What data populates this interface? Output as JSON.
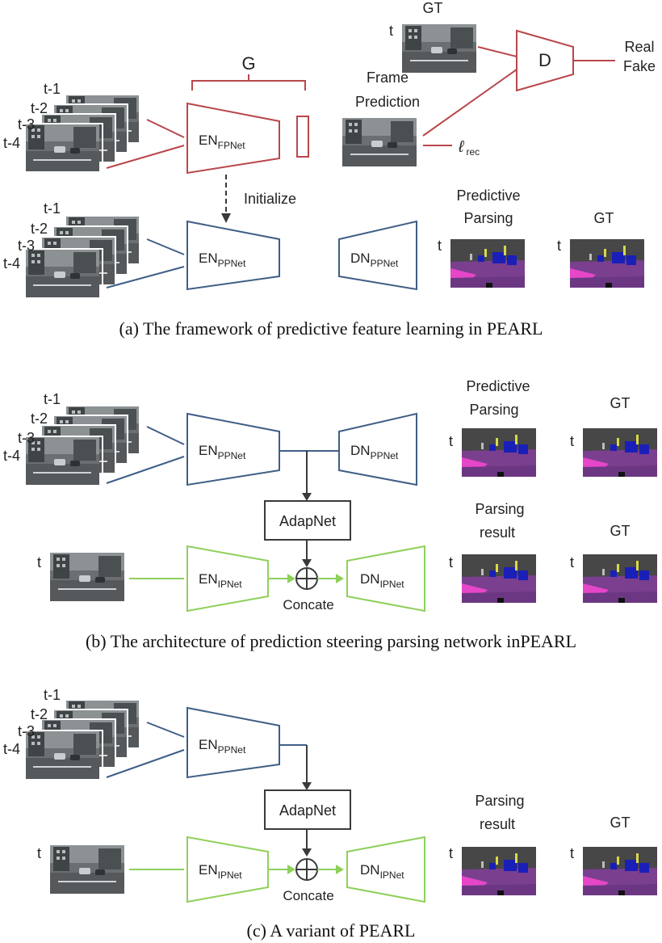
{
  "colors": {
    "red": "#b9474b",
    "blue": "#3f5f86",
    "green": "#8ed05a",
    "dark": "#3a3a3a",
    "text": "#222222"
  },
  "icons": {
    "frame": "street-frame-thumbnail",
    "parsing": "semantic-parsing-map",
    "concat": "circled-plus-icon"
  },
  "time_labels": [
    "t-1",
    "t-2",
    "t-3",
    "t-4"
  ],
  "t_label": "t",
  "panel_a": {
    "caption": "(a) The framework of predictive feature learning in PEARL",
    "generator_label": "G",
    "gt_label": "GT",
    "d_label": "D",
    "real_label": "Real",
    "fake_label": "Fake",
    "frame_prediction_1": "Frame",
    "frame_prediction_2": "Prediction",
    "loss_symbol": "ℓ",
    "loss_sub": "rec",
    "en_fpnet": "EN",
    "en_fpnet_sub": "FPNet",
    "initialize_label": "Initialize",
    "en_ppnet": "EN",
    "en_ppnet_sub": "PPNet",
    "dn_ppnet": "DN",
    "dn_ppnet_sub": "PPNet",
    "predictive_parsing_1": "Predictive",
    "predictive_parsing_2": "Parsing",
    "gt2_label": "GT"
  },
  "panel_b": {
    "caption": "(b) The architecture of prediction steering parsing network inPEARL",
    "en_ppnet": "EN",
    "en_ppnet_sub": "PPNet",
    "dn_ppnet": "DN",
    "dn_ppnet_sub": "PPNet",
    "adapnet": "AdapNet",
    "en_ipnet": "EN",
    "en_ipnet_sub": "IPNet",
    "dn_ipnet": "DN",
    "dn_ipnet_sub": "IPNet",
    "concate": "Concate",
    "predictive_parsing_1": "Predictive",
    "predictive_parsing_2": "Parsing",
    "gt_label": "GT",
    "parsing_result_1": "Parsing",
    "parsing_result_2": "result",
    "gt2_label": "GT"
  },
  "panel_c": {
    "caption": "(c) A variant of PEARL",
    "en_ppnet": "EN",
    "en_ppnet_sub": "PPNet",
    "adapnet": "AdapNet",
    "en_ipnet": "EN",
    "en_ipnet_sub": "IPNet",
    "dn_ipnet": "DN",
    "dn_ipnet_sub": "IPNet",
    "concate": "Concate",
    "parsing_result_1": "Parsing",
    "parsing_result_2": "result",
    "gt_label": "GT"
  }
}
